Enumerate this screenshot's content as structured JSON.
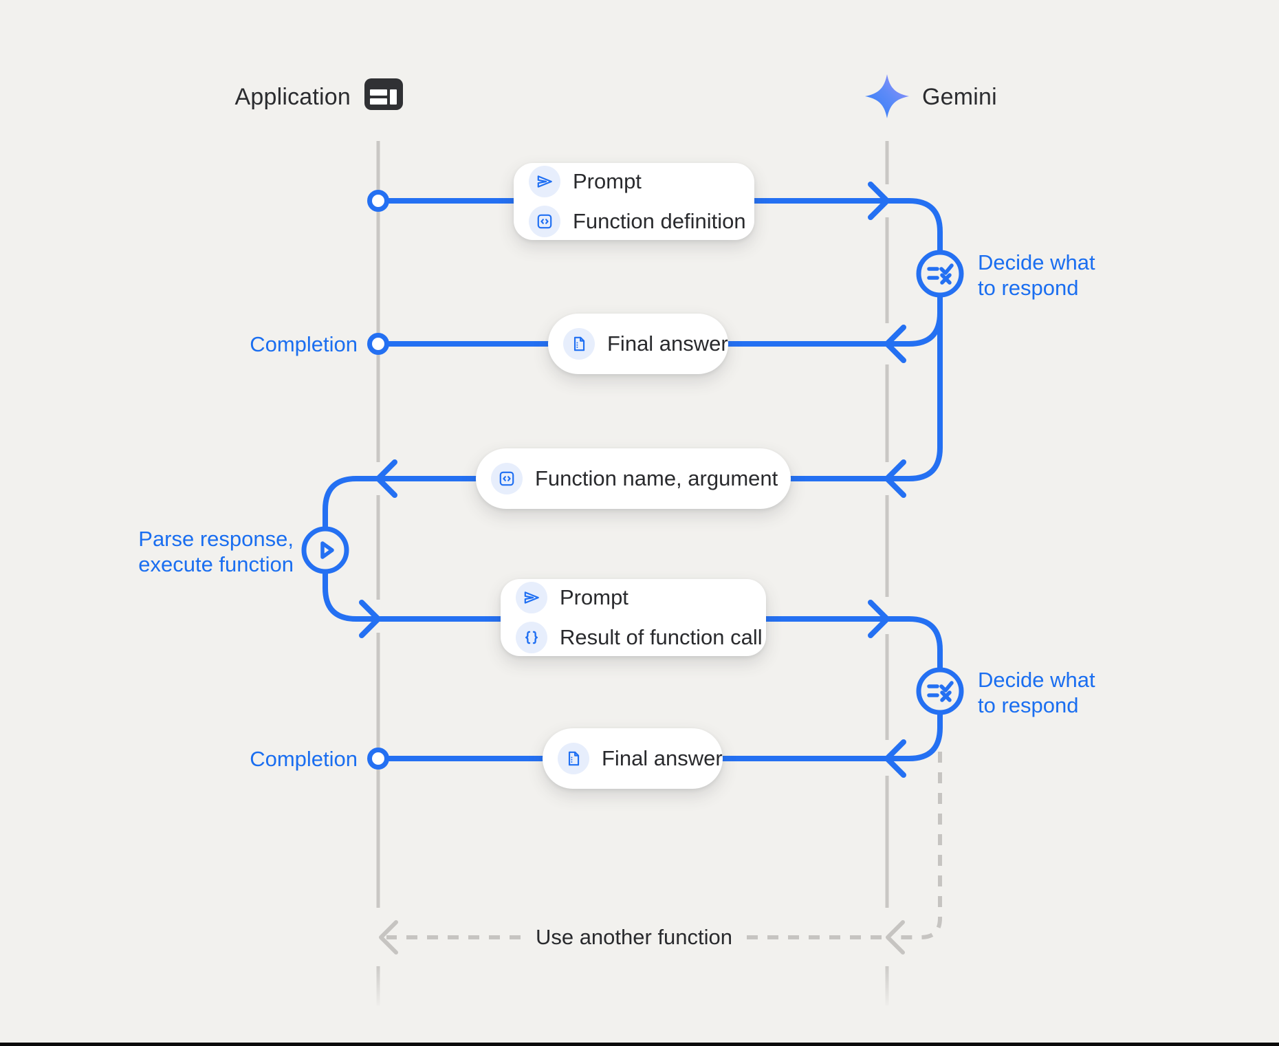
{
  "header": {
    "left": {
      "label": "Application",
      "icon": "app-window-icon"
    },
    "right": {
      "label": "Gemini",
      "icon": "gemini-sparkle-icon"
    }
  },
  "flow": {
    "msg1": {
      "rows": [
        {
          "icon": "send-icon",
          "label": "Prompt"
        },
        {
          "icon": "code-box-icon",
          "label": "Function definition"
        }
      ]
    },
    "decide1": {
      "icon": "checklist-icon",
      "lines": [
        "Decide what",
        "to respond"
      ]
    },
    "msg2": {
      "endpoint": "Completion",
      "rows": [
        {
          "icon": "document-icon",
          "label": "Final answer"
        }
      ]
    },
    "msg3": {
      "rows": [
        {
          "icon": "code-box-icon",
          "label": "Function name, argument"
        }
      ]
    },
    "parse": {
      "icon": "play-icon",
      "lines": [
        "Parse response,",
        "execute function"
      ]
    },
    "msg4": {
      "rows": [
        {
          "icon": "send-icon",
          "label": "Prompt"
        },
        {
          "icon": "braces-icon",
          "label": "Result of function call"
        }
      ]
    },
    "decide2": {
      "icon": "checklist-icon",
      "lines": [
        "Decide what",
        "to respond"
      ]
    },
    "msg5": {
      "endpoint": "Completion",
      "rows": [
        {
          "icon": "document-icon",
          "label": "Final answer"
        }
      ]
    },
    "loop": {
      "label": "Use another function"
    }
  },
  "colors": {
    "accent_blue": "#2470f2",
    "label_blue": "#1a6ef0",
    "lifeline_gray": "#c9c7c4",
    "background": "#f2f1ee",
    "card_white": "#ffffff",
    "chip_blue": "#e7eefc",
    "text_dark": "#292a2d",
    "icon_dark": "#303134",
    "gemini_gradient_start": "#2e7cf6",
    "gemini_gradient_end": "#a88df7"
  }
}
